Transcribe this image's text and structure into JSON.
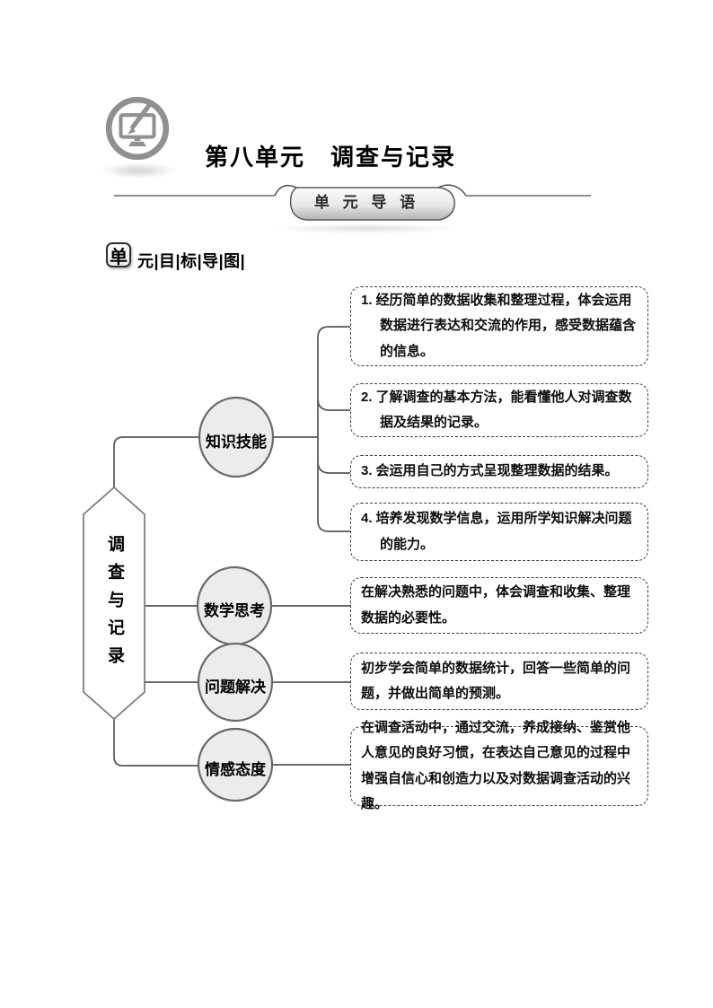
{
  "header": {
    "title": "第八单元　调查与记录",
    "banner_label": "单 元 导 语"
  },
  "section": {
    "badge": "单",
    "rest": "元|目|标|导|图|"
  },
  "diagram": {
    "root_label": "调查与记录",
    "branches": [
      {
        "label": "知识技能"
      },
      {
        "label": "数学思考"
      },
      {
        "label": "问题解决"
      },
      {
        "label": "情感态度"
      }
    ],
    "goals": [
      {
        "num": "1.",
        "text": "经历简单的数据收集和整理过程，体会运用数据进行表达和交流的作用，感受数据蕴含的信息。"
      },
      {
        "num": "2.",
        "text": "了解调查的基本方法，能看懂他人对调查数据及结果的记录。"
      },
      {
        "num": "3.",
        "text": "会运用自己的方式呈现整理数据的结果。"
      },
      {
        "num": "4.",
        "text": "培养发现数学信息，运用所学知识解决问题的能力。"
      },
      {
        "text": "在解决熟悉的问题中，体会调查和收集、整理数据的必要性。"
      },
      {
        "text": "初步学会简单的数据统计，回答一些简单的问题，并做出简单的预测。"
      },
      {
        "text": "在调查活动中，通过交流，养成接纳、鉴赏他人意见的良好习惯，在表达自己意见的过程中增强自信心和创造力以及对数据调查活动的兴趣。"
      }
    ],
    "colors": {
      "node_fill": "#ececec",
      "node_stroke": "#696969",
      "connector": "#565656",
      "box_border": "#3d3d3d",
      "icon_gray": "#909090"
    }
  }
}
